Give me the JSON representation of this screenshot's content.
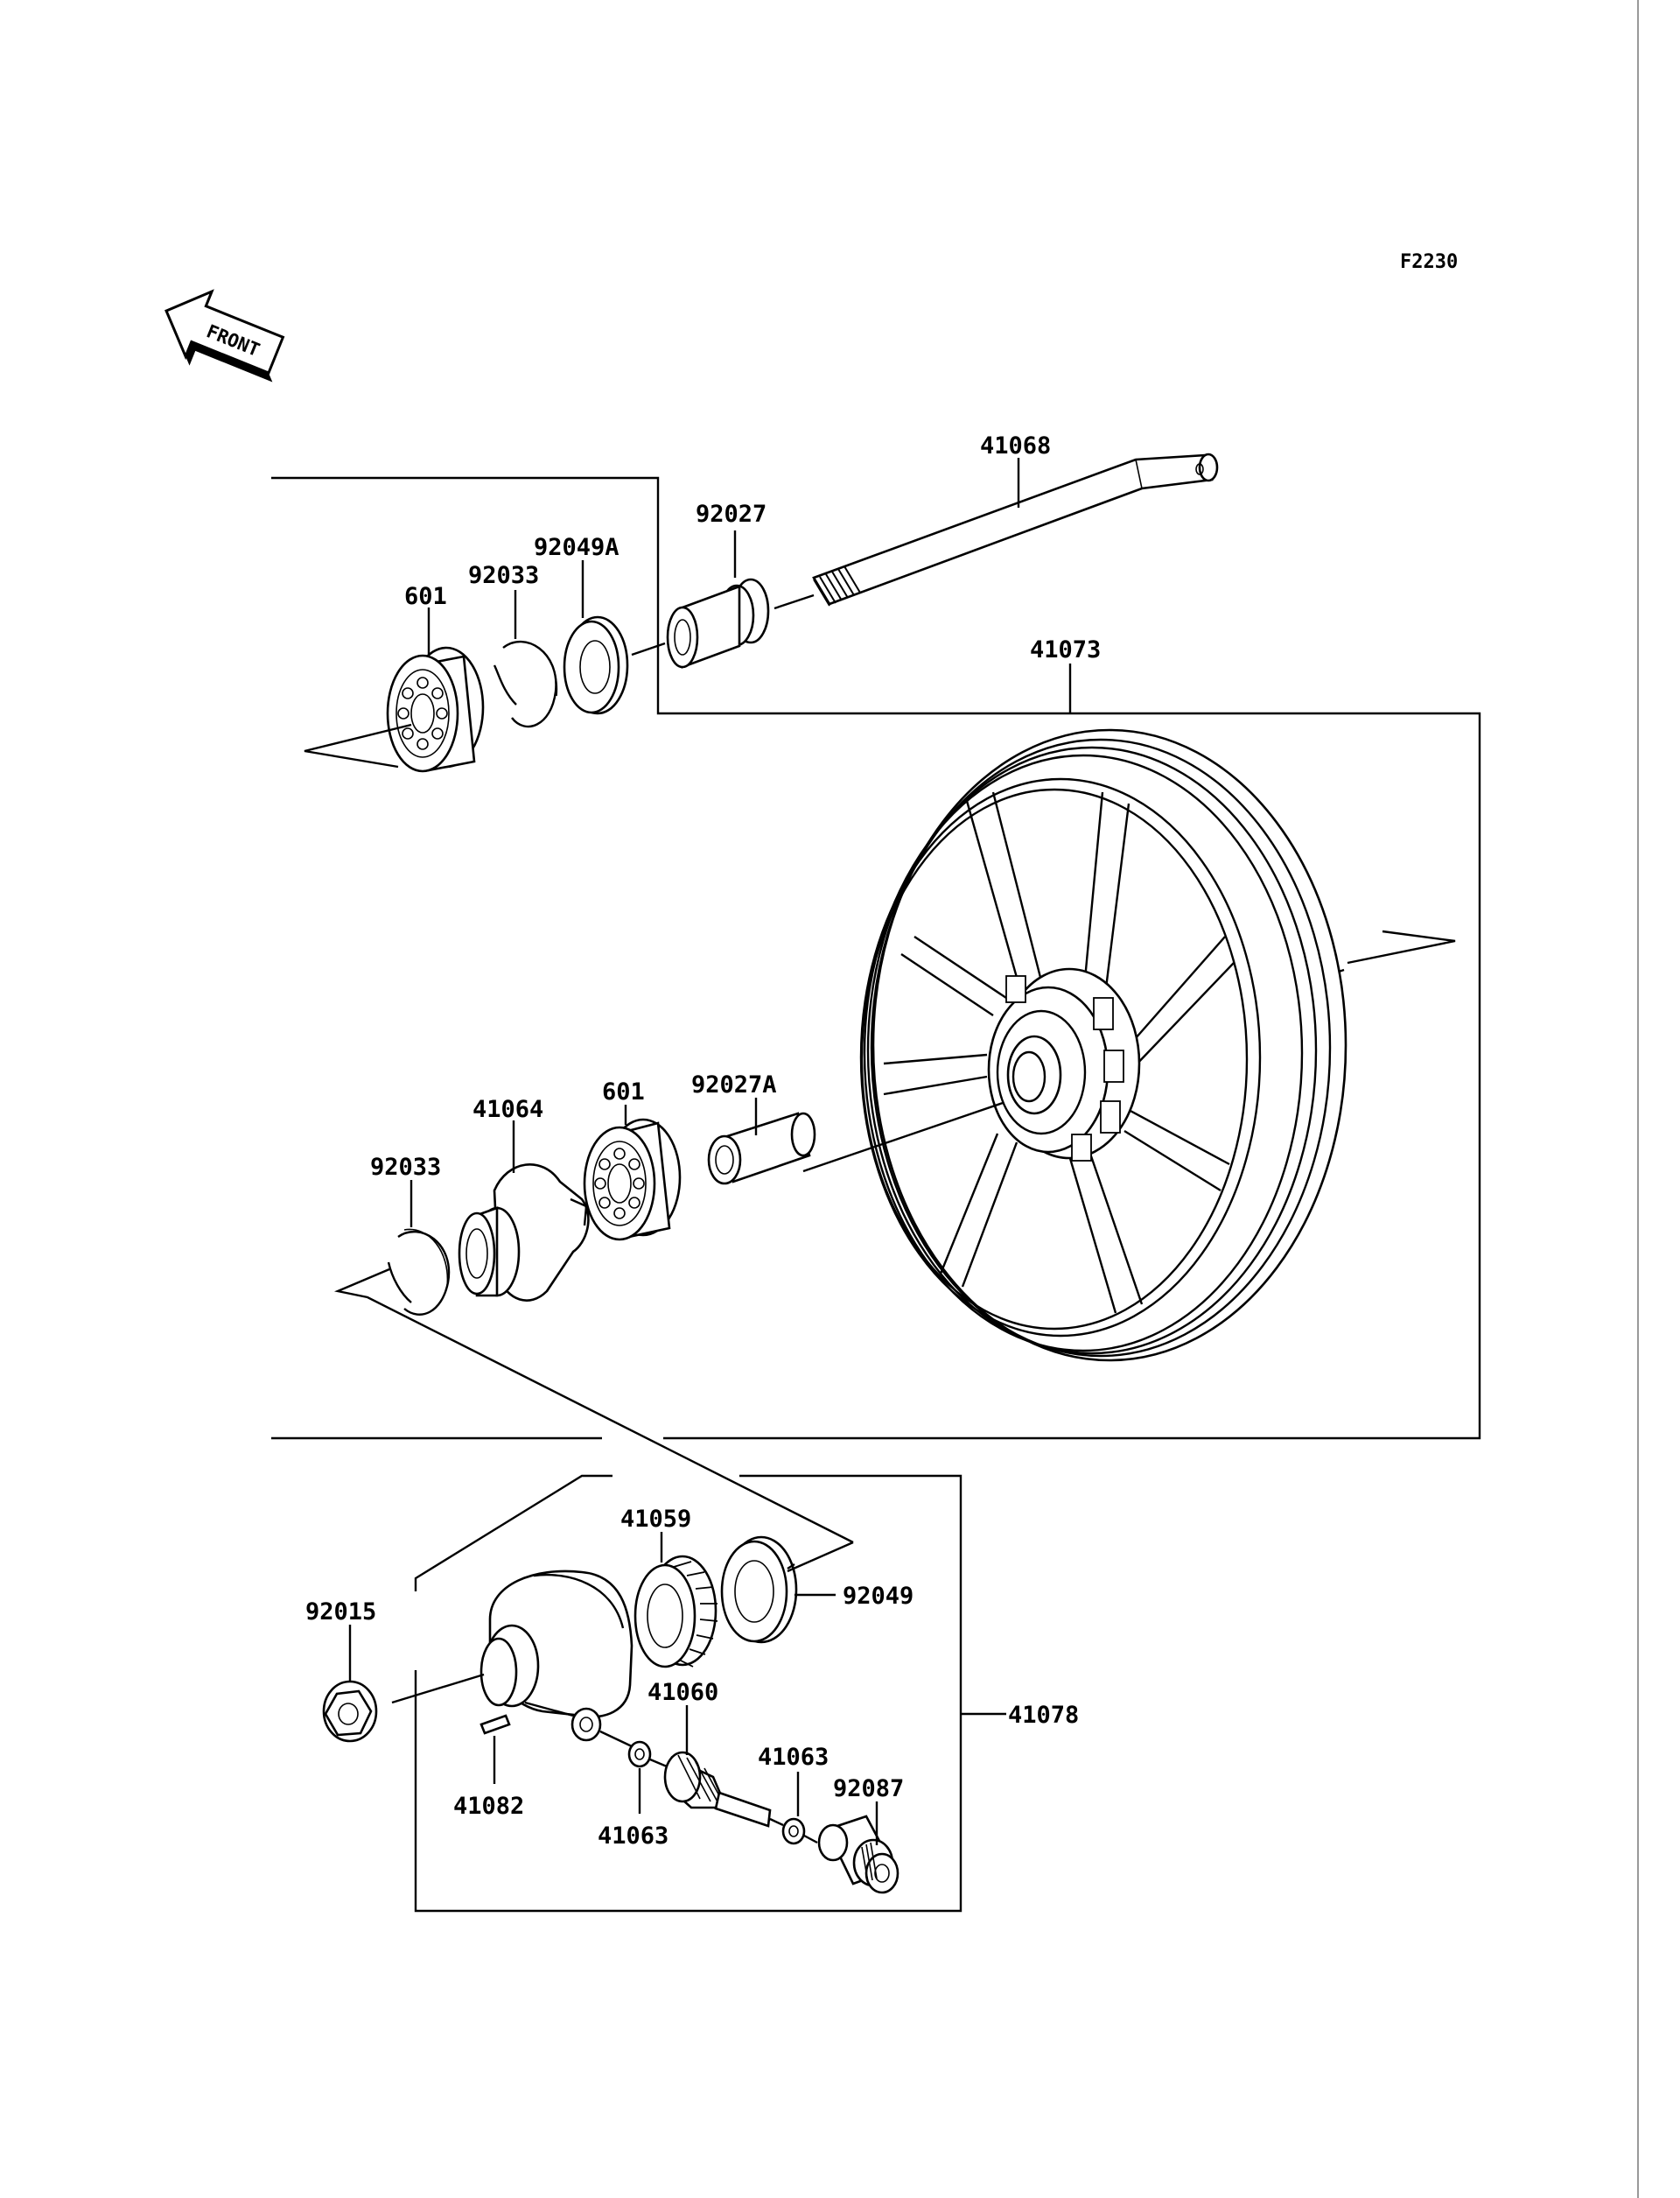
{
  "figure_code": "F2230",
  "front_arrow": {
    "label": "FRONT",
    "icon": "front-arrow-icon"
  },
  "callouts": [
    {
      "id": "c-41068",
      "label": "41068"
    },
    {
      "id": "c-92027",
      "label": "92027"
    },
    {
      "id": "c-92049A",
      "label": "92049A"
    },
    {
      "id": "c-92033-a",
      "label": "92033"
    },
    {
      "id": "c-601-a",
      "label": "601"
    },
    {
      "id": "c-41073",
      "label": "41073"
    },
    {
      "id": "c-92027A",
      "label": "92027A"
    },
    {
      "id": "c-601-b",
      "label": "601"
    },
    {
      "id": "c-41064",
      "label": "41064"
    },
    {
      "id": "c-92033-b",
      "label": "92033"
    },
    {
      "id": "c-41059",
      "label": "41059"
    },
    {
      "id": "c-92049",
      "label": "92049"
    },
    {
      "id": "c-92015",
      "label": "92015"
    },
    {
      "id": "c-41060",
      "label": "41060"
    },
    {
      "id": "c-41063-a",
      "label": "41063"
    },
    {
      "id": "c-92087",
      "label": "92087"
    },
    {
      "id": "c-41078",
      "label": "41078"
    },
    {
      "id": "c-41082",
      "label": "41082"
    },
    {
      "id": "c-41063-b",
      "label": "41063"
    }
  ]
}
